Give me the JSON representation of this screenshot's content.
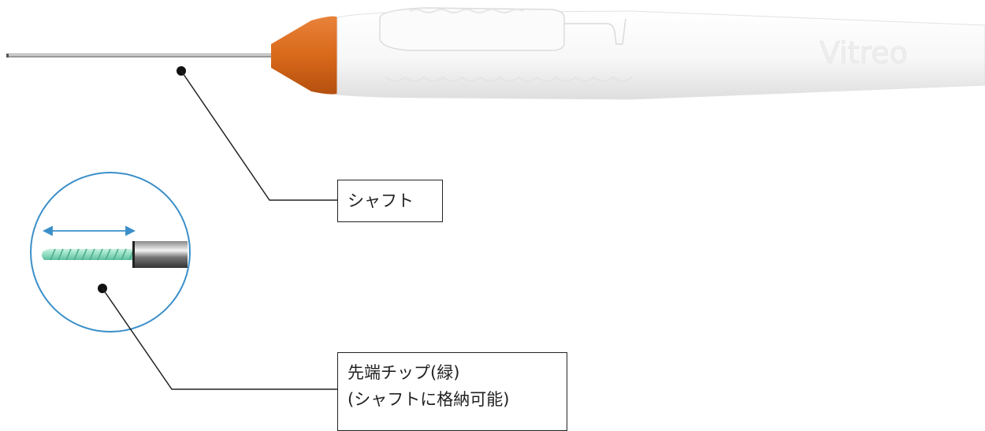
{
  "instrument": {
    "brand_text": "Vitreo",
    "colors": {
      "hub_orange": "#d9691a",
      "handle_white": "#ffffff",
      "tip_green": "#8fdcc0",
      "lens_circle": "#3a8fc9",
      "arrow_blue": "#3a8fc9"
    }
  },
  "callouts": {
    "shaft": {
      "label": "シャフト"
    },
    "tip": {
      "line1": "先端チップ(緑)",
      "line2": "(シャフトに格納可能)"
    }
  }
}
